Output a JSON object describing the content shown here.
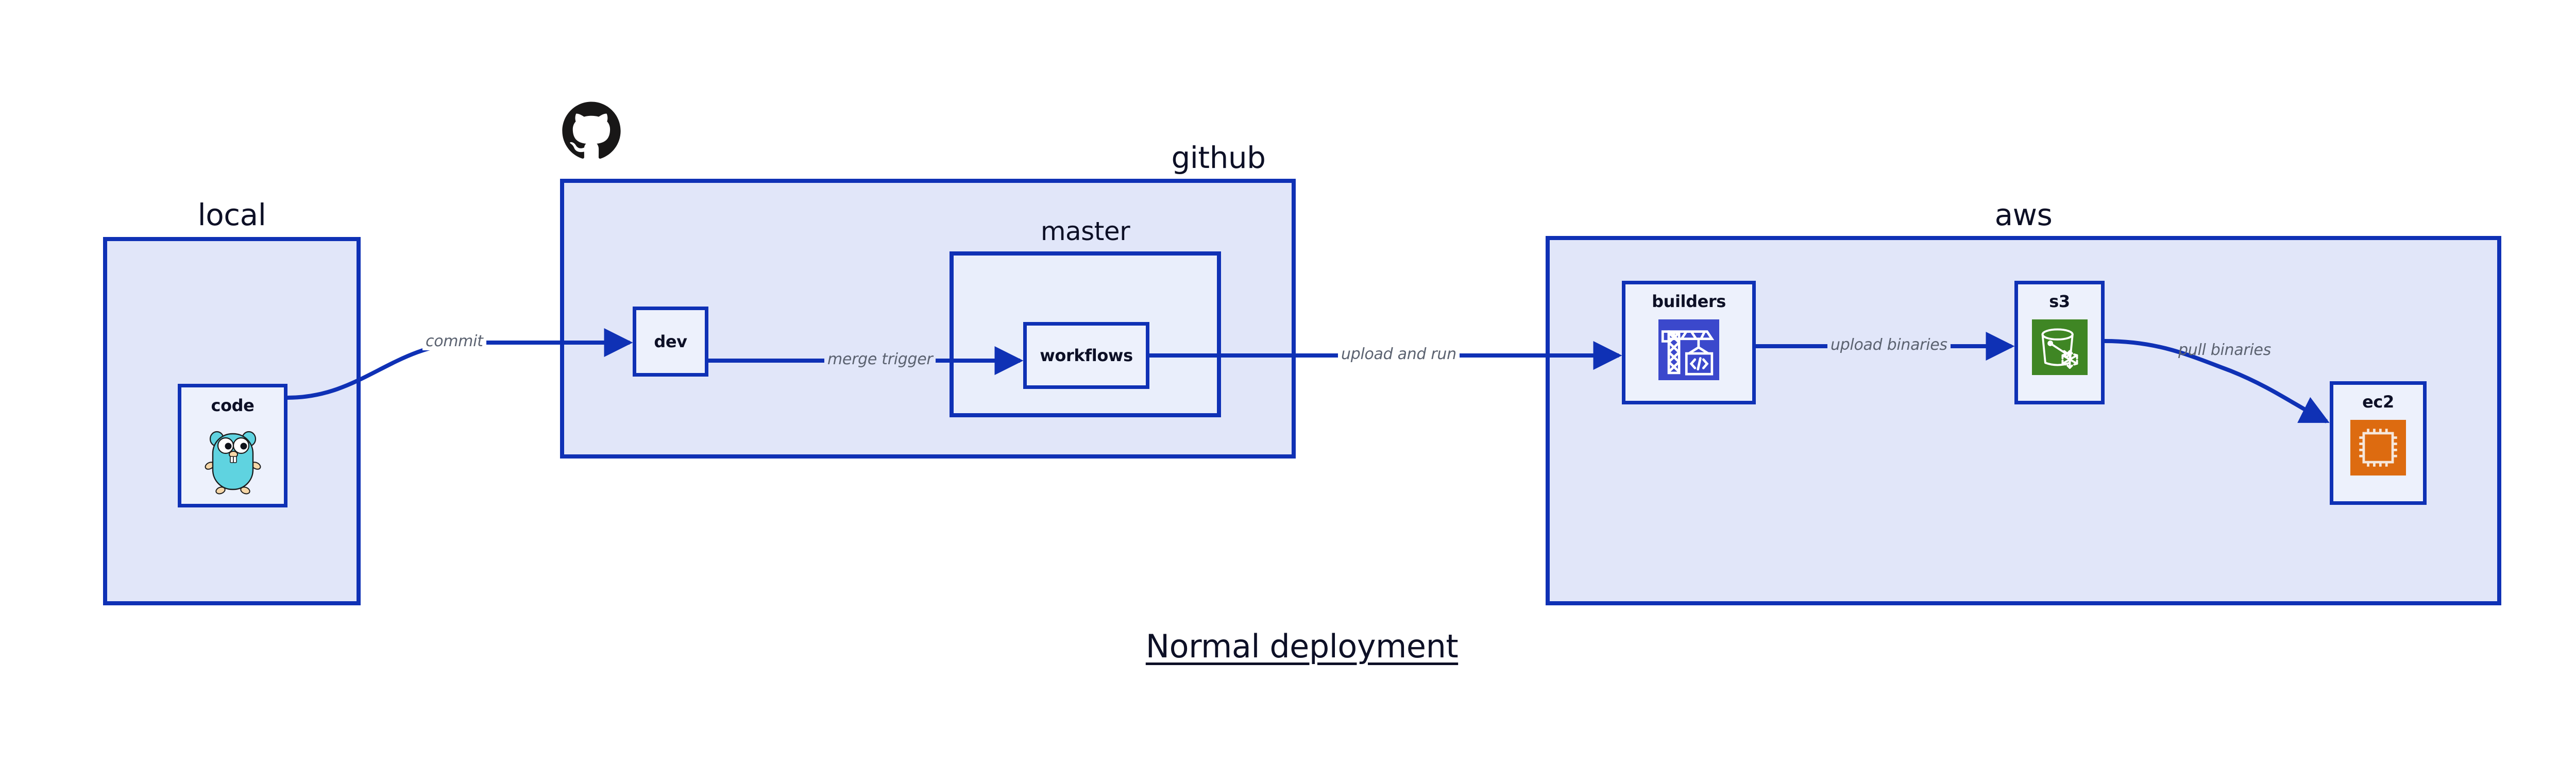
{
  "diagram": {
    "caption": "Normal deployment",
    "colors": {
      "container_fill": "#e1e6f9",
      "container_stroke": "#0f31b5",
      "node_fill": "#edf1fc",
      "node_stroke": "#0f31b5",
      "edge_stroke": "#0f31b5",
      "edge_label_text": "#5b6270",
      "title_text": "#0d1026",
      "codebuild_bg": "#3b48cc",
      "s3_glacier_bg": "#3f8624",
      "ec2_bg": "#dd6b10",
      "gopher_body": "#5fd3e0",
      "github_logo": "#181717"
    },
    "groups": [
      {
        "id": "local",
        "label": "local"
      },
      {
        "id": "github",
        "label": "github"
      },
      {
        "id": "master",
        "label": "master"
      },
      {
        "id": "aws",
        "label": "aws"
      }
    ],
    "nodes": [
      {
        "id": "code",
        "label": "code",
        "icon": "go-gopher-icon",
        "group": "local"
      },
      {
        "id": "dev",
        "label": "dev",
        "icon": null,
        "group": "github"
      },
      {
        "id": "workflows",
        "label": "workflows",
        "icon": null,
        "group": "master"
      },
      {
        "id": "builders",
        "label": "builders",
        "icon": "aws-codebuild-icon",
        "group": "aws"
      },
      {
        "id": "s3",
        "label": "s3",
        "icon": "aws-s3-glacier-icon",
        "group": "aws"
      },
      {
        "id": "ec2",
        "label": "ec2",
        "icon": "aws-ec2-icon",
        "group": "aws"
      }
    ],
    "edges": [
      {
        "id": "code-to-dev",
        "from": "code",
        "to": "dev",
        "label": "commit"
      },
      {
        "id": "dev-to-workflows",
        "from": "dev",
        "to": "workflows",
        "label": "merge trigger"
      },
      {
        "id": "workflows-to-builders",
        "from": "workflows",
        "to": "builders",
        "label": "upload and run"
      },
      {
        "id": "builders-to-s3",
        "from": "builders",
        "to": "s3",
        "label": "upload binaries"
      },
      {
        "id": "s3-to-ec2",
        "from": "s3",
        "to": "ec2",
        "label": "pull binaries"
      }
    ],
    "logos": [
      {
        "id": "github-logo",
        "icon": "github-mark-icon",
        "attached_to": "github"
      }
    ]
  }
}
